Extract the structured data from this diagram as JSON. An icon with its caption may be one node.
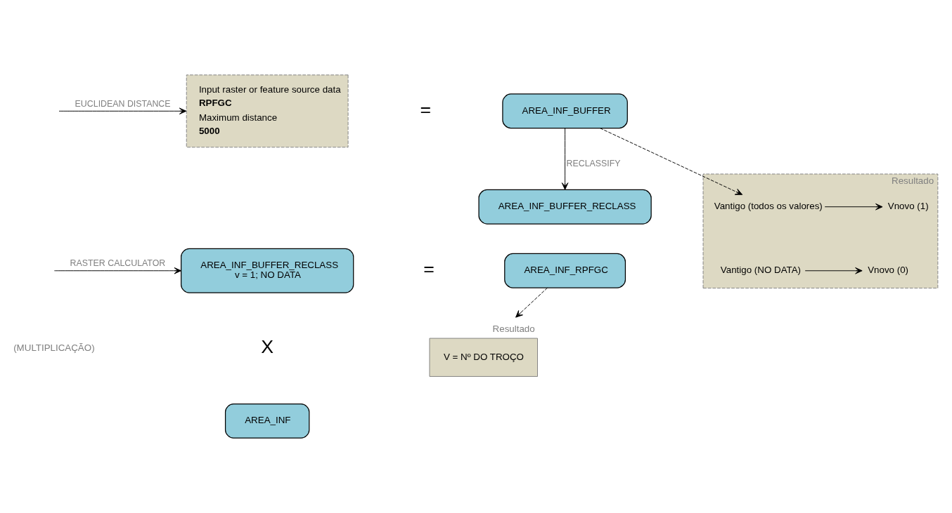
{
  "diagram": {
    "nodes": [
      {
        "text": [
          "Input raster or feature source data",
          "RPFGC",
          "Maximum distance",
          "5000"
        ]
      },
      {
        "text": [
          "AREA_INF_BUFFER"
        ]
      },
      {
        "text": [
          "Resultado"
        ]
      },
      {
        "text": [
          "Vantigo (todos os valores)"
        ],
        "in": 2
      },
      {
        "text": [
          "Vnovo (1)"
        ],
        "in": 2
      },
      {
        "text": [
          "Vantigo (NO DATA)"
        ],
        "in": 2
      },
      {
        "text": [
          "Vnovo (0)"
        ],
        "in": 2
      },
      {
        "text": [
          "AREA_INF_BUFFER_RECLASS"
        ]
      },
      {
        "text": [
          "AREA_INF_BUFFER_RECLASS",
          "v = 1; NO DATA"
        ]
      },
      {
        "text": [
          "AREA_INF"
        ]
      },
      {
        "text": [
          "AREA_INF_RPFGC"
        ]
      },
      {
        "text": [
          "Resultado",
          "V = Nº DO TROÇO"
        ]
      }
    ],
    "edges": [
      {
        "from": null,
        "to": 0,
        "arrow": "to",
        "label": "EUCLIDEAN DISTANCE"
      },
      {
        "from": 1,
        "to": 7,
        "arrow": "to",
        "label": "RECLASSIFY"
      },
      {
        "from": 1,
        "to": 3,
        "arrow": "to",
        "style": "dashed"
      },
      {
        "from": 3,
        "to": 4,
        "arrow": "to"
      },
      {
        "from": 5,
        "to": 6,
        "arrow": "to"
      },
      {
        "from": null,
        "to": 8,
        "arrow": "to",
        "label": "RASTER CALCULATOR"
      },
      {
        "from": 10,
        "to": 11,
        "arrow": "to",
        "style": "dashed"
      }
    ],
    "labels": [
      "=",
      "=",
      "X",
      "(MULTIPLICAÇÃO)"
    ]
  }
}
